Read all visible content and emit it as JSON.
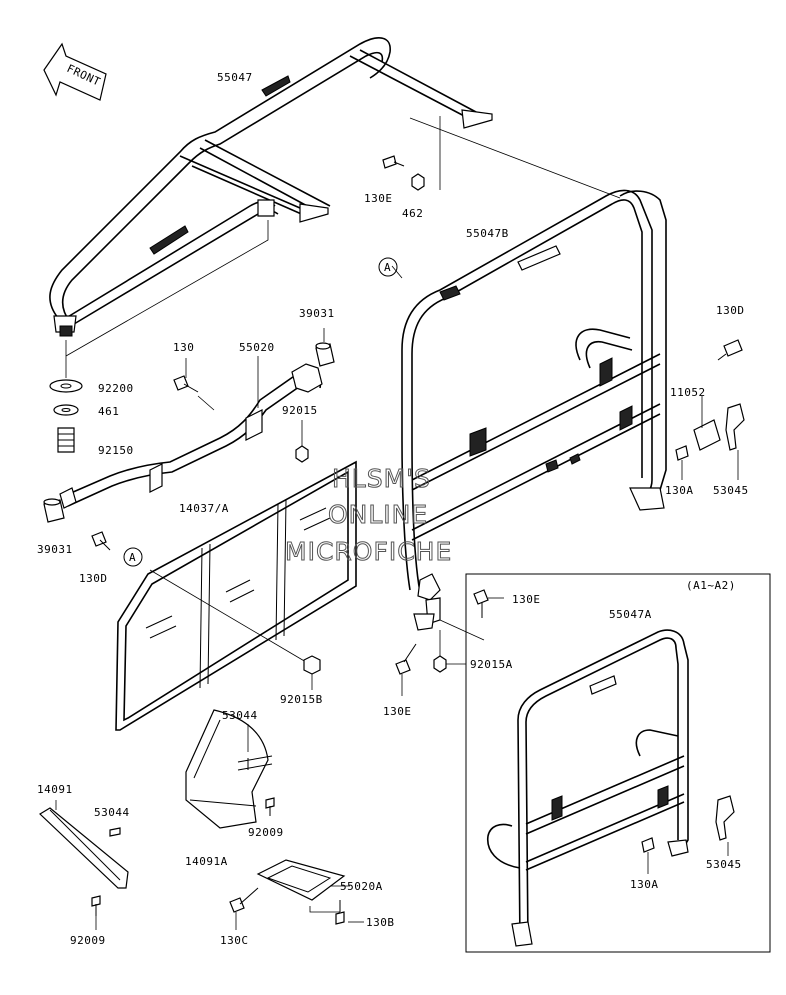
{
  "front_arrow": "FRONT",
  "watermark": [
    "HLSM'S",
    "ONLINE",
    "MICROFICHE"
  ],
  "inset_label": "(A1~A2)",
  "ref_marker": "A",
  "labels": {
    "p55047": "55047",
    "p130E_top": "130E",
    "p462": "462",
    "p55047B": "55047B",
    "p130D_right": "130D",
    "p11052": "11052",
    "p130A_main": "130A",
    "p53045_main": "53045",
    "p39031_top": "39031",
    "p130": "130",
    "p55020": "55020",
    "p92015": "92015",
    "p92200": "92200",
    "p461": "461",
    "p92150": "92150",
    "p14037A": "14037/A",
    "p39031_bottom": "39031",
    "p130D_left": "130D",
    "p92015B": "92015B",
    "p130E_mid": "130E",
    "p92015A": "92015A",
    "p130E_low": "130E",
    "p53044_mid": "53044",
    "p14091": "14091",
    "p53044_left": "53044",
    "p92009_mid": "92009",
    "p14091A": "14091A",
    "p55020A": "55020A",
    "p130B": "130B",
    "p130C": "130C",
    "p92009_left": "92009",
    "p55047A": "55047A",
    "p53045_inset": "53045",
    "p130A_inset": "130A"
  }
}
